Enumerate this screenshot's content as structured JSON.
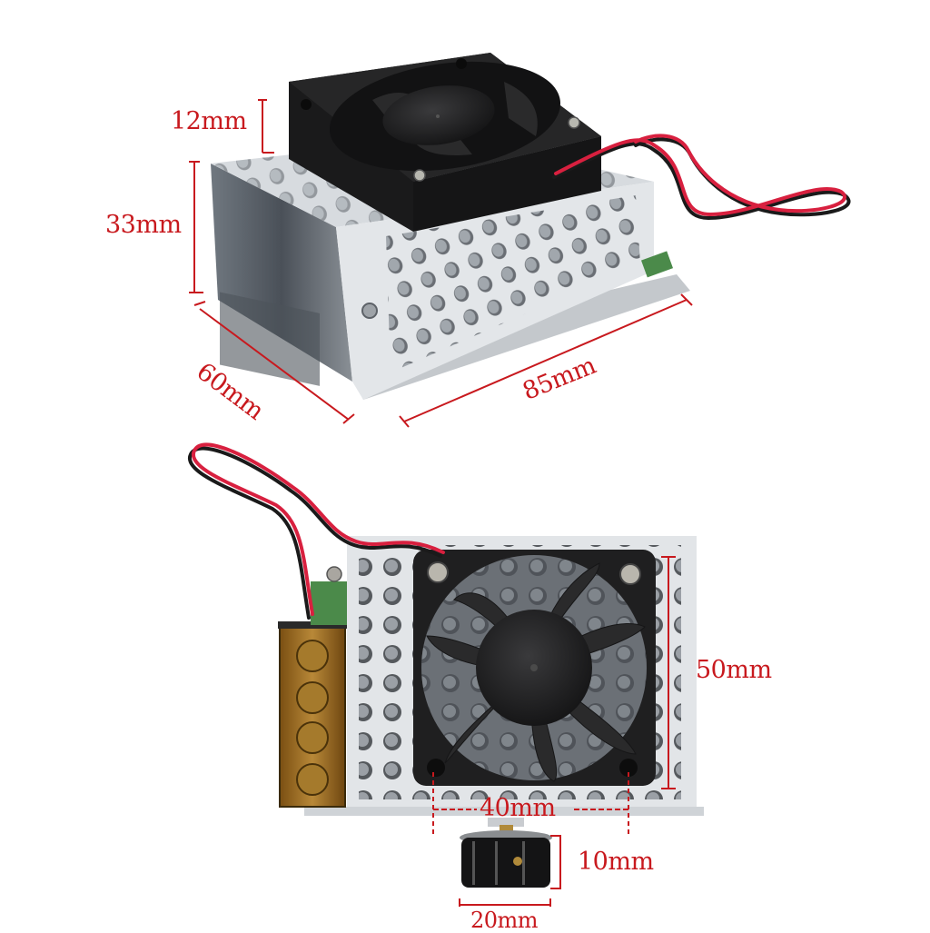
{
  "image": {
    "subject": "PWM motor speed controller module with cooling fan",
    "background": "#ffffff",
    "annotation_color": "#c8191e"
  },
  "top_view": {
    "description": "Isometric view of perforated aluminum enclosure with 40mm fan on top and red/black lead wire",
    "dimensions": {
      "fan_height": "12mm",
      "case_height": "33mm",
      "case_depth": "60mm",
      "case_length": "85mm"
    }
  },
  "bottom_view": {
    "description": "Front view showing fan, 4-position screw terminal block and potentiometer knob",
    "dimensions": {
      "case_width": "50mm",
      "fan_hole_spacing": "40mm",
      "knob_height": "10mm",
      "knob_diameter": "20mm"
    }
  },
  "colors": {
    "annotation": "#c8191e",
    "metal": "#dfe2e6",
    "metal_shadow": "#b9bec4",
    "fan_black": "#1e1e1f",
    "fan_dark": "#2b2b2c",
    "wire_red": "#d8203f",
    "wire_black": "#1a1a1a",
    "terminal_amber": "#9a6a1e"
  }
}
